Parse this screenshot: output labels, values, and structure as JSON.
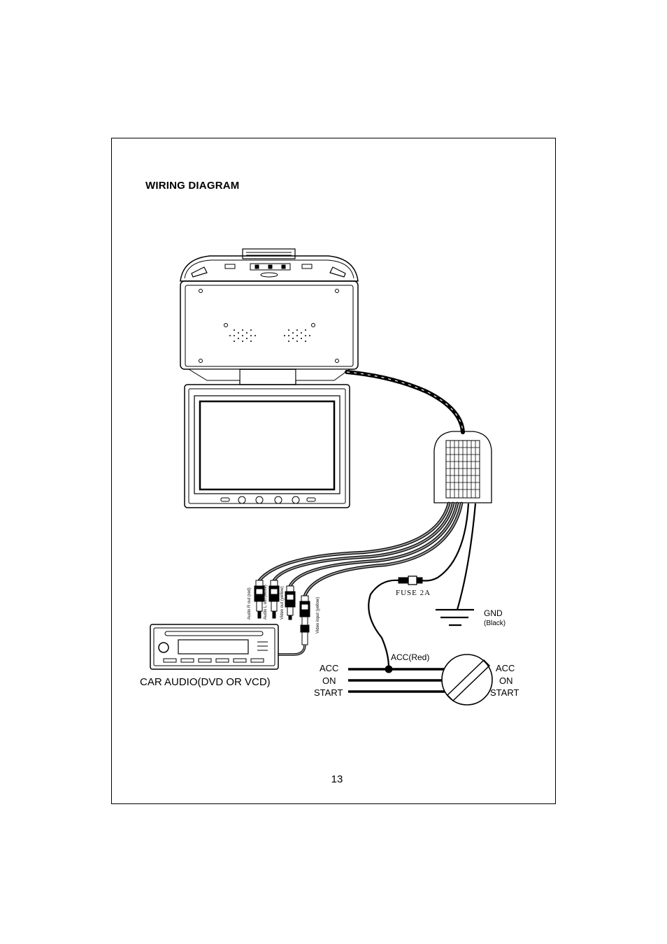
{
  "title": "WIRING DIAGRAM",
  "page_number": "13",
  "labels": {
    "fuse": "FUSE 2A",
    "gnd": "GND",
    "gnd_color": "(Black)",
    "acc_red": "ACC(Red)",
    "car_audio": "CAR AUDIO(DVD OR VCD)",
    "switch_left": [
      "ACC",
      "ON",
      "START"
    ],
    "switch_right": [
      "ACC",
      "ON",
      "START"
    ],
    "rca": [
      "Audio R out (red)",
      "Audio L out (white)",
      "Video out (yellow)",
      "Video input (yellow)"
    ]
  }
}
